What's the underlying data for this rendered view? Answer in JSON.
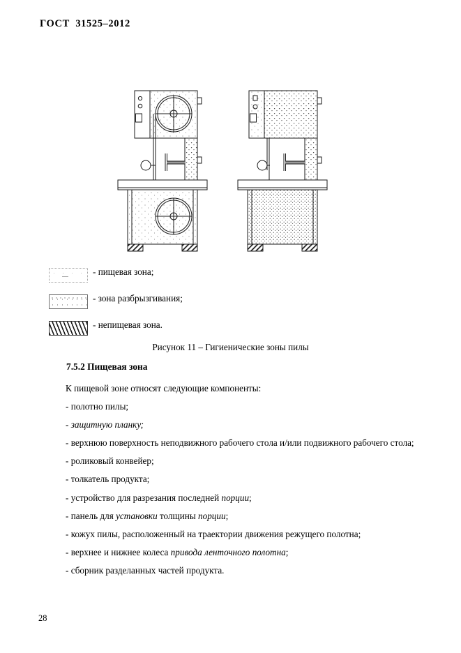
{
  "document": {
    "header": "ГОСТ  31525–2012",
    "page_number": "28"
  },
  "figure": {
    "caption": "Рисунок 11 – Гигиенические зоны пилы",
    "views": [
      {
        "name": "front-view",
        "description": "Ленточная пила, вид спереди"
      },
      {
        "name": "side-view",
        "description": "Ленточная пила, вид сбоку"
      }
    ],
    "legend": [
      {
        "swatch": "food-zone-swatch",
        "label": "- пищевая зона;"
      },
      {
        "swatch": "splash-zone-swatch",
        "label": "- зона разбрызгивания;"
      },
      {
        "swatch": "nonfood-zone-swatch",
        "label": "- непищевая зона."
      }
    ]
  },
  "section": {
    "heading": "7.5.2 Пищевая зона",
    "intro": "К пищевой зоне относят следующие компоненты:",
    "items": [
      {
        "prefix": "- полотно  пилы;",
        "italic": "",
        "suffix": ""
      },
      {
        "prefix": "- ",
        "italic": "защитную планку;",
        "suffix": ""
      },
      {
        "prefix": "- верхнюю поверхность неподвижного рабочего стола и/или подвижного рабочего стола;",
        "italic": "",
        "suffix": ""
      },
      {
        "prefix": "-  роликовый конвейер;",
        "italic": "",
        "suffix": ""
      },
      {
        "prefix": "- толкатель продукта;",
        "italic": "",
        "suffix": ""
      },
      {
        "prefix": "- устройство для разрезания последней ",
        "italic": "порции",
        "suffix": ";"
      },
      {
        "prefix": "- панель для ",
        "italic": "установки",
        "suffix": " толщины ",
        "italic2": "порции",
        "suffix2": ";"
      },
      {
        "prefix": "- кожух пилы, расположенный на траектории движения режущего полотна;",
        "italic": "",
        "suffix": ""
      },
      {
        "prefix": "- верхнее и нижнее колеса ",
        "italic": "привода ленточного полотна",
        "suffix": ";"
      },
      {
        "prefix": "- сборник разделанных частей продукта.",
        "italic": "",
        "suffix": ""
      }
    ]
  },
  "colors": {
    "text": "#000000",
    "page_background": "#ffffff",
    "line_art": "#1a1a1a",
    "stipple": "#4a4a4a"
  }
}
